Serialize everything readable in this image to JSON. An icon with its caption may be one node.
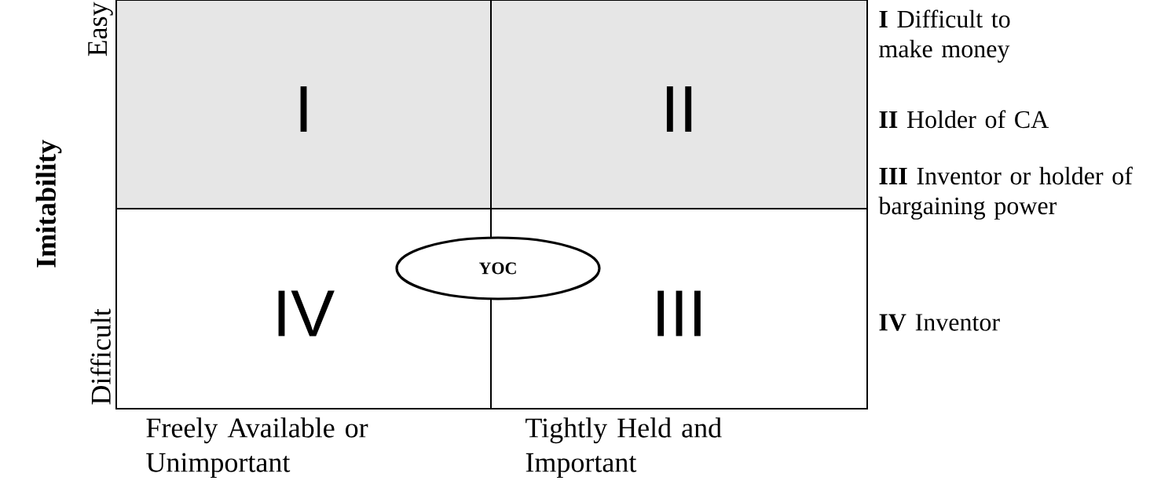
{
  "diagram": {
    "nodes": [
      {
        "text": [
          "I"
        ]
      },
      {
        "text": [
          "II"
        ]
      },
      {
        "text": [
          "IV"
        ]
      },
      {
        "text": [
          "III"
        ]
      },
      {
        "text": [
          "YOC"
        ]
      }
    ],
    "labels": [
      "Imitability",
      "Easy",
      "Difficult",
      "Freely Available or Unimportant",
      "Tightly Held and Important",
      "**I** Difficult to make money",
      "**II** Holder of CA",
      "**III** Inventor or holder of bargaining power",
      "**IV** Inventor"
    ]
  }
}
